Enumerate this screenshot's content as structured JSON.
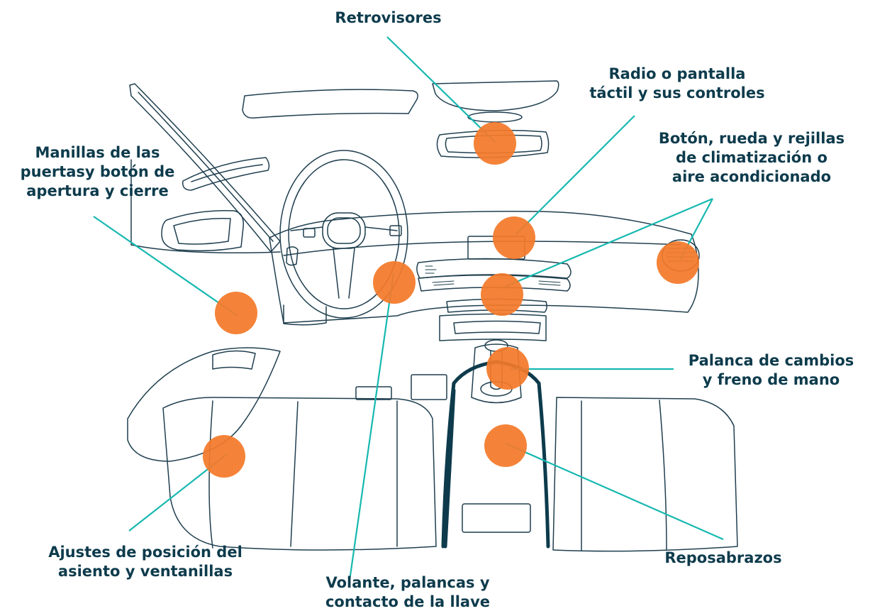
{
  "colors": {
    "outline": "#1f3f4f",
    "accent_console": "#0d3b4c",
    "hotspot": "#f37a2a",
    "leader_line": "#16b8b0",
    "label_text": "#0d3b4c"
  },
  "labels": {
    "mirrors": [
      "Retrovisores"
    ],
    "radio": [
      "Radio o pantalla",
      "táctil y sus controles"
    ],
    "climate": [
      "Botón, rueda y rejillas",
      "de climatización o",
      "aire acondicionado"
    ],
    "door": [
      "Manillas de las",
      "puertasy botón de",
      "apertura y cierre"
    ],
    "gear": [
      "Palanca de cambios",
      "y freno de mano"
    ],
    "armrest": [
      "Reposabrazos"
    ],
    "seat": [
      "Ajustes de posición del",
      "asiento y ventanillas"
    ],
    "steering": [
      "Volante, palancas y",
      "contacto de la llave"
    ]
  },
  "hotspots": [
    {
      "id": "mirror",
      "icon": "orange-circle"
    },
    {
      "id": "radio",
      "icon": "orange-circle"
    },
    {
      "id": "climate-right-vent",
      "icon": "orange-circle"
    },
    {
      "id": "climate-center",
      "icon": "orange-circle"
    },
    {
      "id": "door-handle",
      "icon": "orange-circle"
    },
    {
      "id": "steering-controls",
      "icon": "orange-circle"
    },
    {
      "id": "gear-lever",
      "icon": "orange-circle"
    },
    {
      "id": "armrest",
      "icon": "orange-circle"
    },
    {
      "id": "seat-adjust",
      "icon": "orange-circle"
    }
  ]
}
